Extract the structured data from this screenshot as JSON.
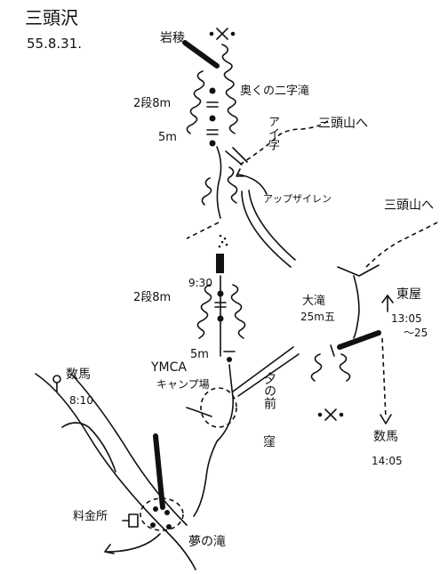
{
  "title": "三頭沢",
  "date": "55.8.31.",
  "labels": {
    "iwaryo": "岩稜",
    "okunonijitaki": "奥くの二字滝",
    "nidan8m_upper": "2段8m",
    "fivem_upper": "5m",
    "aiuchi": "アイ字",
    "to_mitousan_1": "三頭山へ",
    "upsailen": "アップザイレン",
    "to_mitousan_2": "三頭山へ",
    "time_930": "9:30",
    "nidan8m_lower": "2段8m",
    "ootaki": "大滝",
    "ootaki_height": "25m五",
    "higashiya": "東屋",
    "time_1305": "13:05",
    "time_25": "～25",
    "fivem_lower": "5m",
    "ymca": "YMCA",
    "camp": "キャンプ場",
    "kazusa": "数馬",
    "time_810": "8:10",
    "tanomae": "夕の前",
    "tanomae2": "窪",
    "kazusa2": "数馬",
    "time_1405": "14:05",
    "ryokinsho": "料金所",
    "yumenotaki": "夢の滝"
  },
  "icons": {
    "summit_mark": "cross-asterisk-icon",
    "bus_stop": "bus-stop-icon",
    "arrow_up": "up-arrow-icon"
  }
}
